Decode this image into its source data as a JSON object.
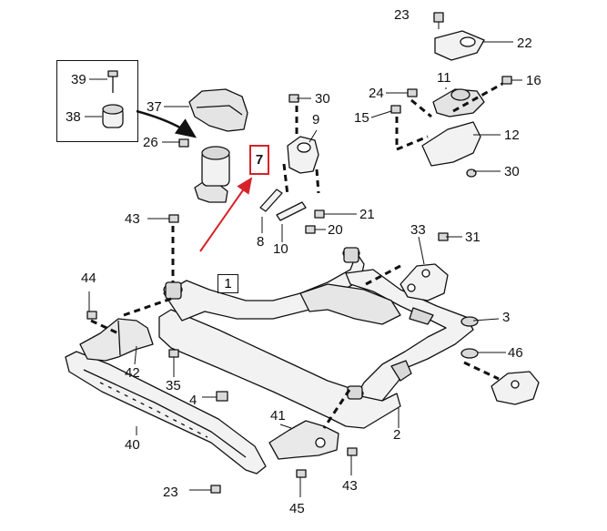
{
  "diagram": {
    "labels": {
      "p1": "1",
      "p2": "2",
      "p3": "3",
      "p4": "4",
      "p7": "7",
      "p8": "8",
      "p9": "9",
      "p10": "10",
      "p11": "11",
      "p12": "12",
      "p15": "15",
      "p16": "16",
      "p20": "20",
      "p21": "21",
      "p22": "22",
      "p23a": "23",
      "p23b": "23",
      "p24": "24",
      "p26": "26",
      "p30a": "30",
      "p30b": "30",
      "p31": "31",
      "p33": "33",
      "p35": "35",
      "p37": "37",
      "p38": "38",
      "p39": "39",
      "p40": "40",
      "p41": "41",
      "p42": "42",
      "p43a": "43",
      "p43b": "43",
      "p44": "44",
      "p45": "45",
      "p46": "46"
    },
    "colors": {
      "line": "#111111",
      "part_fill": "#f2f2f2",
      "part_shade": "#d9d9d9",
      "highlight": "#d6232a"
    }
  }
}
